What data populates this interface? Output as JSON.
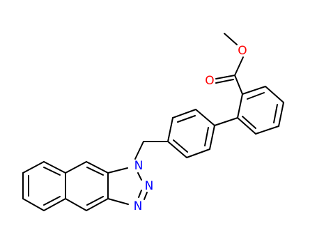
{
  "molecule": {
    "atoms": [
      {
        "id": "O_methoxy",
        "label": "O",
        "color": "#ff0000"
      },
      {
        "id": "O_carbonyl",
        "label": "O",
        "color": "#ff0000"
      },
      {
        "id": "N1",
        "label": "N",
        "color": "#0000ff"
      },
      {
        "id": "N2",
        "label": "N",
        "color": "#0000ff"
      },
      {
        "id": "N3",
        "label": "N",
        "color": "#0000ff"
      }
    ],
    "bond_color": "#000000"
  }
}
